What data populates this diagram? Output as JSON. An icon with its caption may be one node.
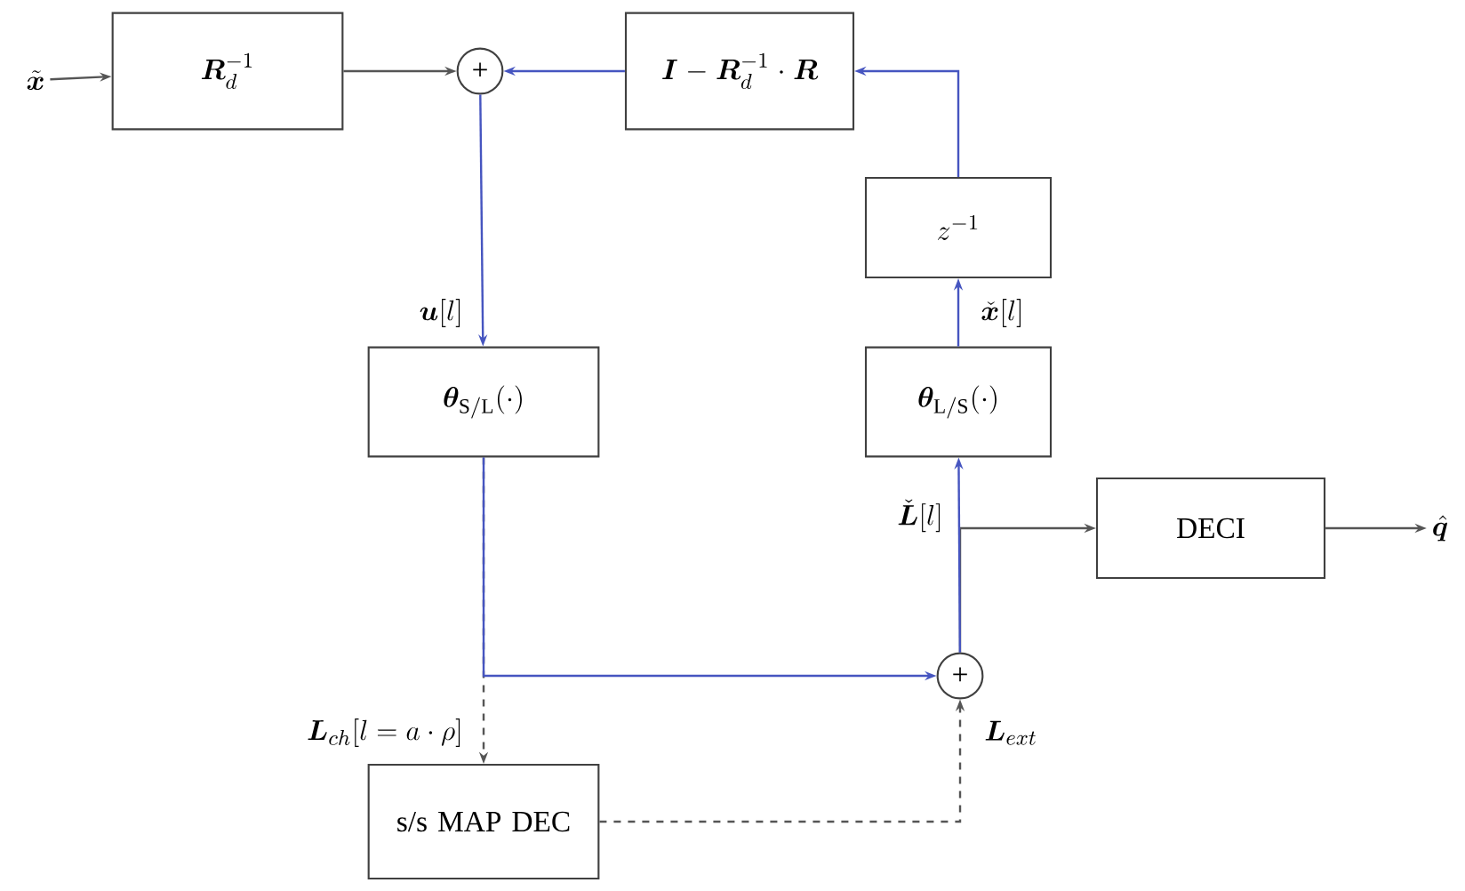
{
  "diagram": {
    "nodes": [
      {
        "text": [
          "\\tilde{\\bm{x}}"
        ]
      },
      {
        "text": [
          "\\bm{R}_d^{-1}"
        ]
      },
      {
        "text": [
          "+"
        ]
      },
      {
        "text": [
          "\\bm{I}-\\bm{R}_d^{-1}\\cdot\\bm{R}"
        ]
      },
      {
        "text": [
          "z^{-1}"
        ]
      },
      {
        "text": [
          "\\bm{\\theta}_{\\mathrm{S/L}}(\\cdot)"
        ]
      },
      {
        "text": [
          "\\bm{\\theta}_{\\mathrm{L/S}}(\\cdot)"
        ]
      },
      {
        "text": [
          "DECI"
        ]
      },
      {
        "text": [
          "\\hat{\\bm{q}}"
        ]
      },
      {
        "text": [
          "+"
        ]
      },
      {
        "text": [
          "s/s MAP DEC"
        ]
      }
    ],
    "edges": [
      {
        "from": 0,
        "to": 1,
        "arrow": "to"
      },
      {
        "from": 1,
        "to": 2,
        "arrow": "to"
      },
      {
        "from": 3,
        "to": 2,
        "arrow": "to",
        "color": "#4655c0"
      },
      {
        "from": 4,
        "to": 3,
        "arrow": "to",
        "color": "#4655c0"
      },
      {
        "from": 2,
        "to": 5,
        "arrow": "to",
        "label": "\\bm{u}[l]",
        "color": "#4655c0"
      },
      {
        "from": 6,
        "to": 4,
        "arrow": "to",
        "label": "\\check{\\bm{x}}[l]",
        "color": "#4655c0"
      },
      {
        "from": 5,
        "to": 9,
        "arrow": "to",
        "color": "#4655c0"
      },
      {
        "from": 9,
        "to": 6,
        "arrow": "to",
        "label": "\\check{\\bm{L}}[l]",
        "color": "#4655c0"
      },
      {
        "from": 9,
        "to": 7,
        "arrow": "to"
      },
      {
        "from": 7,
        "to": 8,
        "arrow": "to"
      },
      {
        "from": 5,
        "to": 10,
        "arrow": "to",
        "style": "dashed",
        "label": "\\bm{L}_{ch}[l=a\\cdot\\rho]"
      },
      {
        "from": 10,
        "to": 9,
        "arrow": "to",
        "style": "dashed",
        "label": "\\bm{L}_{ext}"
      }
    ]
  }
}
